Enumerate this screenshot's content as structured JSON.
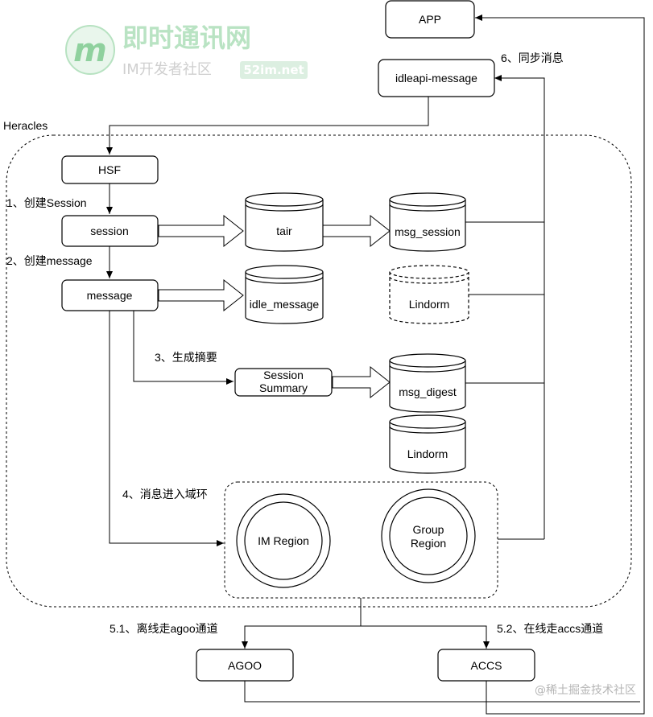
{
  "watermark": {
    "logo_letter": "m",
    "title": "即时通讯网",
    "subtitle": "IM开发者社区",
    "domain": "52im.net"
  },
  "footer_watermark": "@稀土掘金技术社区",
  "container": {
    "label": "Heracles"
  },
  "nodes": {
    "app": "APP",
    "idleapi": "idleapi-message",
    "hsf": "HSF",
    "session": "session",
    "message": "message",
    "session_summary_line1": "Session",
    "session_summary_line2": "Summary",
    "agoo": "AGOO",
    "accs": "ACCS"
  },
  "databases": {
    "tair": "tair",
    "msg_session": "msg_session",
    "idle_message": "idle_message",
    "lindorm_dashed": "Lindorm",
    "msg_digest": "msg_digest",
    "lindorm": "Lindorm"
  },
  "regions": {
    "im_region": "IM Region",
    "group_region_line1": "Group",
    "group_region_line2": "Region"
  },
  "steps": {
    "s1": "1、创建Session",
    "s2": "2、创建message",
    "s3": "3、生成摘要",
    "s4": "4、消息进入域环",
    "s51": "5.1、离线走agoo通道",
    "s52": "5.2、在线走accs通道",
    "s6": "6、同步消息"
  },
  "colors": {
    "stroke": "#000000",
    "fill": "#ffffff",
    "watermark_green": "#8fd19e",
    "watermark_gray": "#c9c9c9",
    "footer_gray": "#b5b5b5"
  }
}
